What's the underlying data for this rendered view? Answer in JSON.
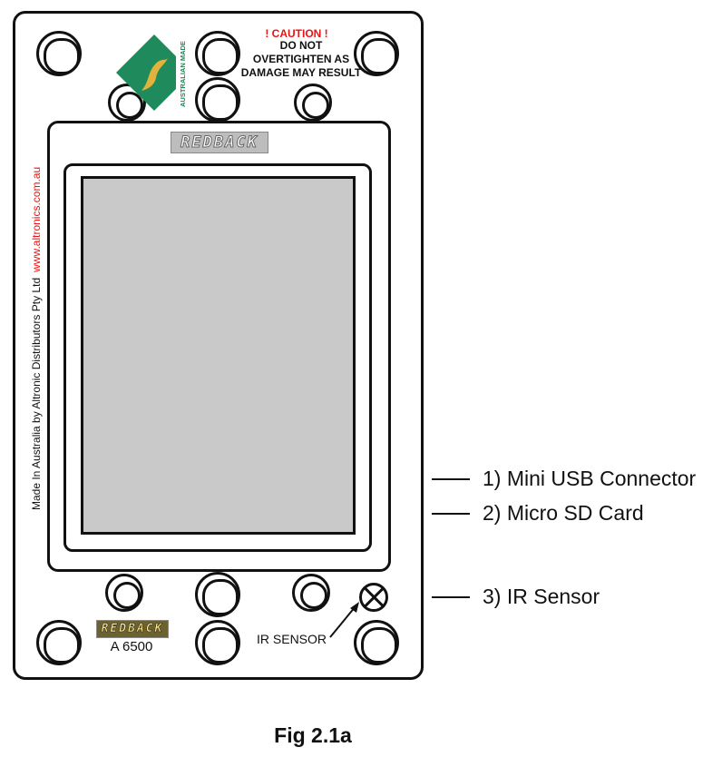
{
  "panel": {
    "caution_title": "! CAUTION !",
    "caution_lines": [
      "DO NOT",
      "OVERTIGHTEN AS",
      "DAMAGE MAY RESULT"
    ],
    "made_in": "Made In Australia by Altronic Distributors Pty Ltd",
    "website": "www.altronics.com.au",
    "logo_text": "AUSTRALIAN MADE",
    "brand": "REDBACK",
    "model": "A 6500",
    "ir_label": "IR SENSOR"
  },
  "callouts": [
    {
      "label": "1) Mini USB Connector"
    },
    {
      "label": "2) Micro SD Card"
    },
    {
      "label": "3) IR Sensor"
    }
  ],
  "caption": "Fig 2.1a",
  "colors": {
    "caution_red": "#e11111",
    "logo_green": "#1f8a5b",
    "logo_gold": "#e2b33c",
    "screen_grey": "#c9c9c9"
  }
}
